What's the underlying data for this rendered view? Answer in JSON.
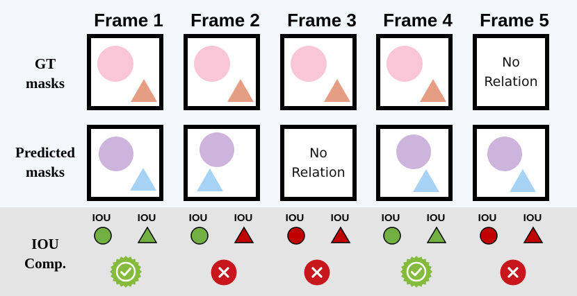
{
  "frames": [
    {
      "title": "Frame 1"
    },
    {
      "title": "Frame 2"
    },
    {
      "title": "Frame 3"
    },
    {
      "title": "Frame 4"
    },
    {
      "title": "Frame 5"
    }
  ],
  "row_labels": {
    "gt": [
      "GT",
      "masks"
    ],
    "pred": [
      "Predicted",
      "masks"
    ],
    "iou": [
      "IOU",
      "Comp."
    ]
  },
  "no_relation_text": [
    "No",
    "Relation"
  ],
  "iou_label": "IOU",
  "colors": {
    "gt_circle": "#f9c6d8",
    "gt_triangle": "#e59e84",
    "pred_circle": "#cdb4dc",
    "pred_triangle": "#a6d3f5",
    "match_green": "#72b043",
    "mismatch_red": "#c00000",
    "badge_green": "#84bb3c",
    "badge_red": "#c8171c"
  },
  "gt_masks": [
    "shapes",
    "shapes",
    "shapes",
    "shapes",
    "no-relation"
  ],
  "pred_masks": [
    "shapes",
    "shapes",
    "no-relation",
    "shapes",
    "shapes"
  ],
  "iou_comparison": [
    {
      "circle": "match",
      "triangle": "match",
      "verdict": "pass"
    },
    {
      "circle": "match",
      "triangle": "mismatch",
      "verdict": "fail"
    },
    {
      "circle": "mismatch",
      "triangle": "mismatch",
      "verdict": "fail"
    },
    {
      "circle": "match",
      "triangle": "match",
      "verdict": "pass"
    },
    {
      "circle": "mismatch",
      "triangle": "mismatch",
      "verdict": "fail"
    }
  ]
}
